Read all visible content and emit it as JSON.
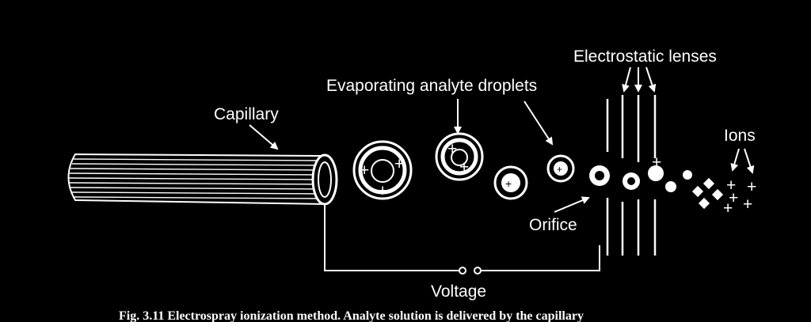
{
  "labels": {
    "capillary": "Capillary",
    "droplets": "Evaporating analyte droplets",
    "lenses": "Electrostatic lenses",
    "ions": "Ions",
    "orifice": "Orifice",
    "voltage": "Voltage"
  },
  "caption": "Fig. 3.11  Electrospray ionization method.  Analyte solution is delivered by the capillary",
  "colors": {
    "background": "#000000",
    "ink": "#ffffff"
  }
}
